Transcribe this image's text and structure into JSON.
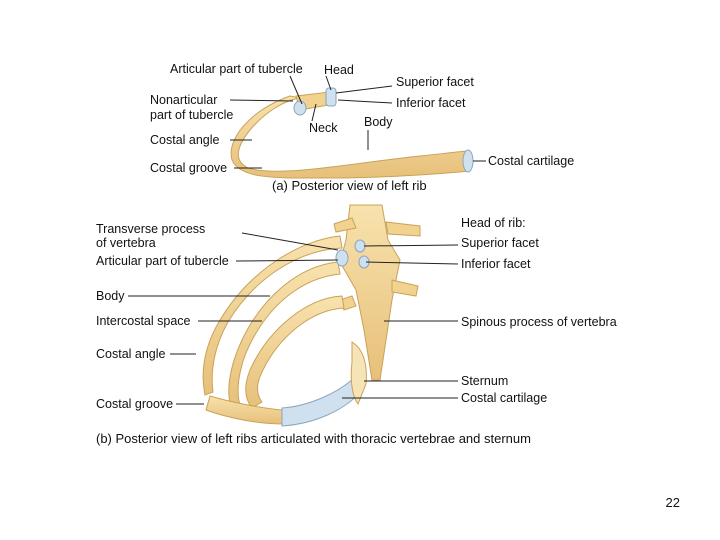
{
  "panel_a": {
    "labels": {
      "articular_part_of_tubercle": "Articular part of tubercle",
      "head": "Head",
      "superior_facet": "Superior facet",
      "inferior_facet": "Inferior facet",
      "nonarticular_line1": "Nonarticular",
      "nonarticular_line2": "part of tubercle",
      "neck": "Neck",
      "body": "Body",
      "costal_angle": "Costal angle",
      "costal_groove": "Costal groove",
      "costal_cartilage": "Costal cartilage"
    },
    "caption": "(a) Posterior view of left rib"
  },
  "panel_b": {
    "labels": {
      "transverse_line1": "Transverse process",
      "transverse_line2": "of vertebra",
      "articular_part_of_tubercle": "Articular part of tubercle",
      "body": "Body",
      "intercostal_space": "Intercostal space",
      "costal_angle": "Costal angle",
      "costal_groove": "Costal groove",
      "head_of_rib": "Head of rib:",
      "superior_facet": "Superior facet",
      "inferior_facet": "Inferior facet",
      "spinous_process": "Spinous process of vertebra",
      "sternum": "Sternum",
      "costal_cartilage": "Costal cartilage"
    },
    "caption": "(b) Posterior view of left ribs articulated with thoracic vertebrae and sternum"
  },
  "page_number": "22",
  "colors": {
    "bone": "#f2d28f",
    "bone_edge": "#c9a25a",
    "cartilage": "#cfe0ef",
    "line": "#222222"
  }
}
